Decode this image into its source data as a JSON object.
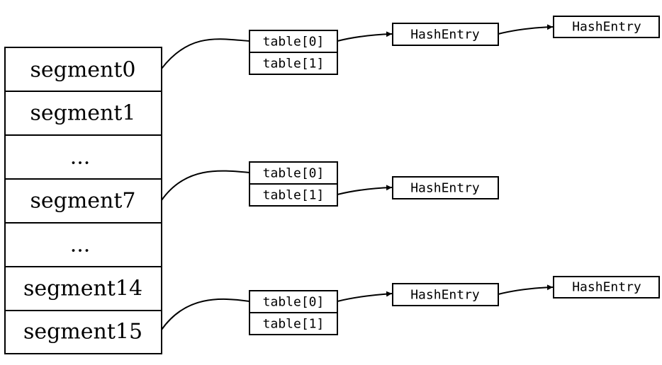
{
  "segments": [
    "segment0",
    "segment1",
    "...",
    "segment7",
    "...",
    "segment14",
    "segment15"
  ],
  "tables": [
    {
      "cells": [
        "table[0]",
        "table[1]"
      ]
    },
    {
      "cells": [
        "table[0]",
        "table[1]"
      ]
    },
    {
      "cells": [
        "table[0]",
        "table[1]"
      ]
    }
  ],
  "entries": [
    {
      "label": "HashEntry"
    },
    {
      "label": "HashEntry"
    },
    {
      "label": "HashEntry"
    },
    {
      "label": "HashEntry"
    },
    {
      "label": "HashEntry"
    }
  ],
  "colors": {
    "line": "#000000",
    "background": "#ffffff"
  }
}
